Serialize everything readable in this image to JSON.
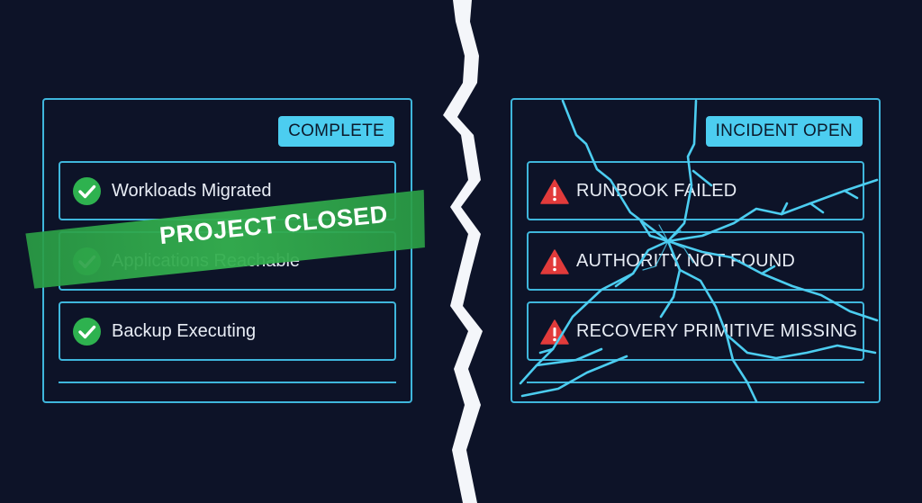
{
  "left_panel": {
    "badge": "COMPLETE",
    "items": [
      {
        "label": "Workloads Migrated"
      },
      {
        "label": "Applications Reachable"
      },
      {
        "label": "Backup Executing"
      }
    ],
    "banner": "PROJECT CLOSED"
  },
  "right_panel": {
    "badge": "INCIDENT OPEN",
    "items": [
      {
        "label": "RUNBOOK FAILED"
      },
      {
        "label": "AUTHORITY NOT FOUND"
      },
      {
        "label": "RECOVERY PRIMITIVE MISSING"
      }
    ]
  },
  "colors": {
    "background": "#0c1226",
    "accent": "#3fb6dc",
    "badge": "#4ccdf0",
    "success": "#2eb24f",
    "warning": "#e23b3b",
    "banner": "#2fa84a"
  },
  "icons": {
    "success": "check-circle-icon",
    "warning": "warning-triangle-icon"
  }
}
